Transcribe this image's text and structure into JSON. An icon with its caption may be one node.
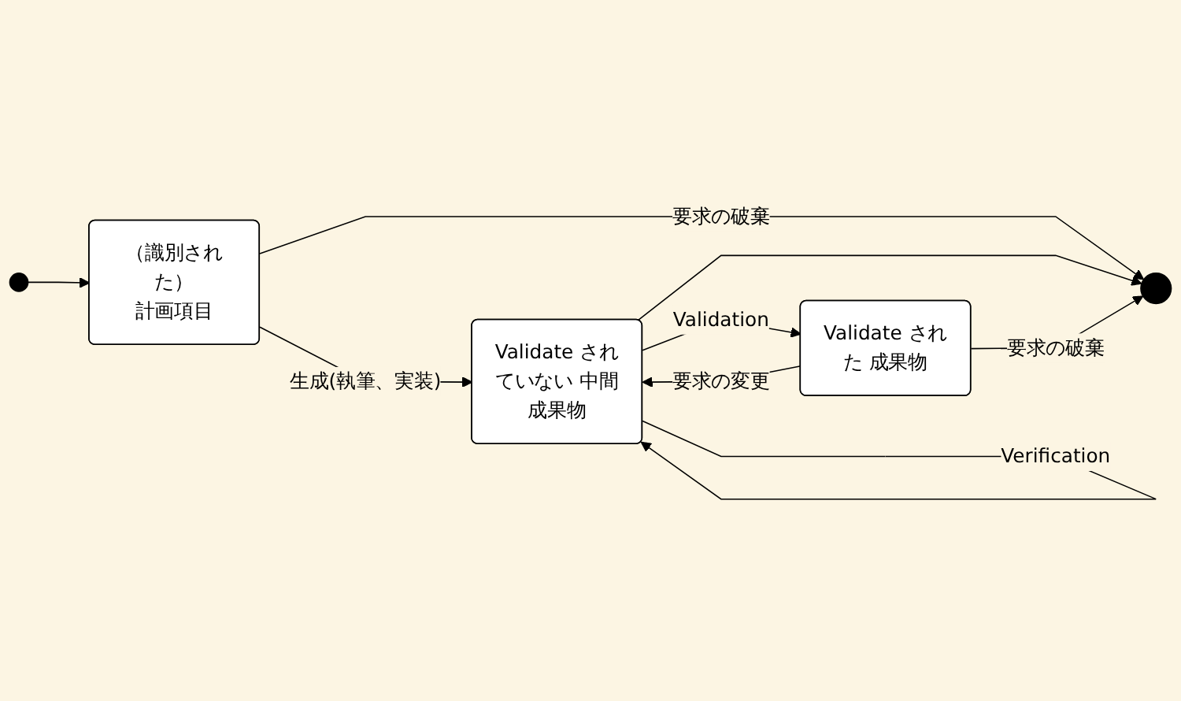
{
  "diagram": {
    "nodes": [
      {
        "text": [],
        "shape": "circle"
      },
      {
        "text": [
          "（識別された）",
          "計画項目"
        ]
      },
      {
        "text": [
          "Validate されていない 中間成果物"
        ]
      },
      {
        "text": [
          "Validate された 成果物"
        ]
      },
      {
        "text": [],
        "shape": "circle"
      }
    ],
    "edges": [
      {
        "from": 0,
        "to": 1,
        "arrow": "to"
      },
      {
        "from": 1,
        "to": 2,
        "arrow": "to",
        "label": "生成(執筆、実装)"
      },
      {
        "from": 2,
        "to": 3,
        "arrow": "to",
        "label": "Validation"
      },
      {
        "from": 2,
        "to": 2,
        "arrow": "to",
        "label": "Verification"
      },
      {
        "from": 3,
        "to": 2,
        "arrow": "to",
        "label": "要求の変更"
      },
      {
        "from": 1,
        "to": 4,
        "arrow": "to",
        "label": "要求の破棄"
      },
      {
        "from": 2,
        "to": 4,
        "arrow": "to"
      },
      {
        "from": 3,
        "to": 4,
        "arrow": "to",
        "label": "要求の破棄"
      }
    ]
  }
}
